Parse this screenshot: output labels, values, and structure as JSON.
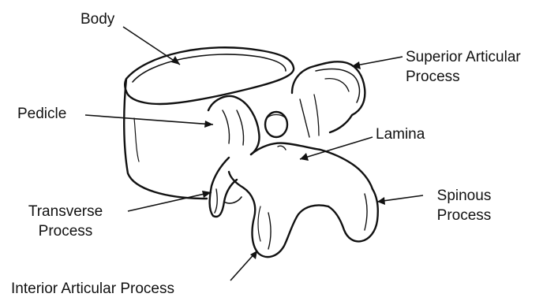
{
  "labels": {
    "body": "Body",
    "superior_articular_line1": "Superior Articular",
    "superior_articular_line2": "Process",
    "pedicle": "Pedicle",
    "lamina": "Lamina",
    "transverse_line1": "Transverse",
    "transverse_line2": "Process",
    "spinous_line1": "Spinous",
    "spinous_line2": "Process",
    "interior_articular": "Interior Articular Process"
  },
  "colors": {
    "ink": "#111111",
    "background": "#ffffff"
  }
}
